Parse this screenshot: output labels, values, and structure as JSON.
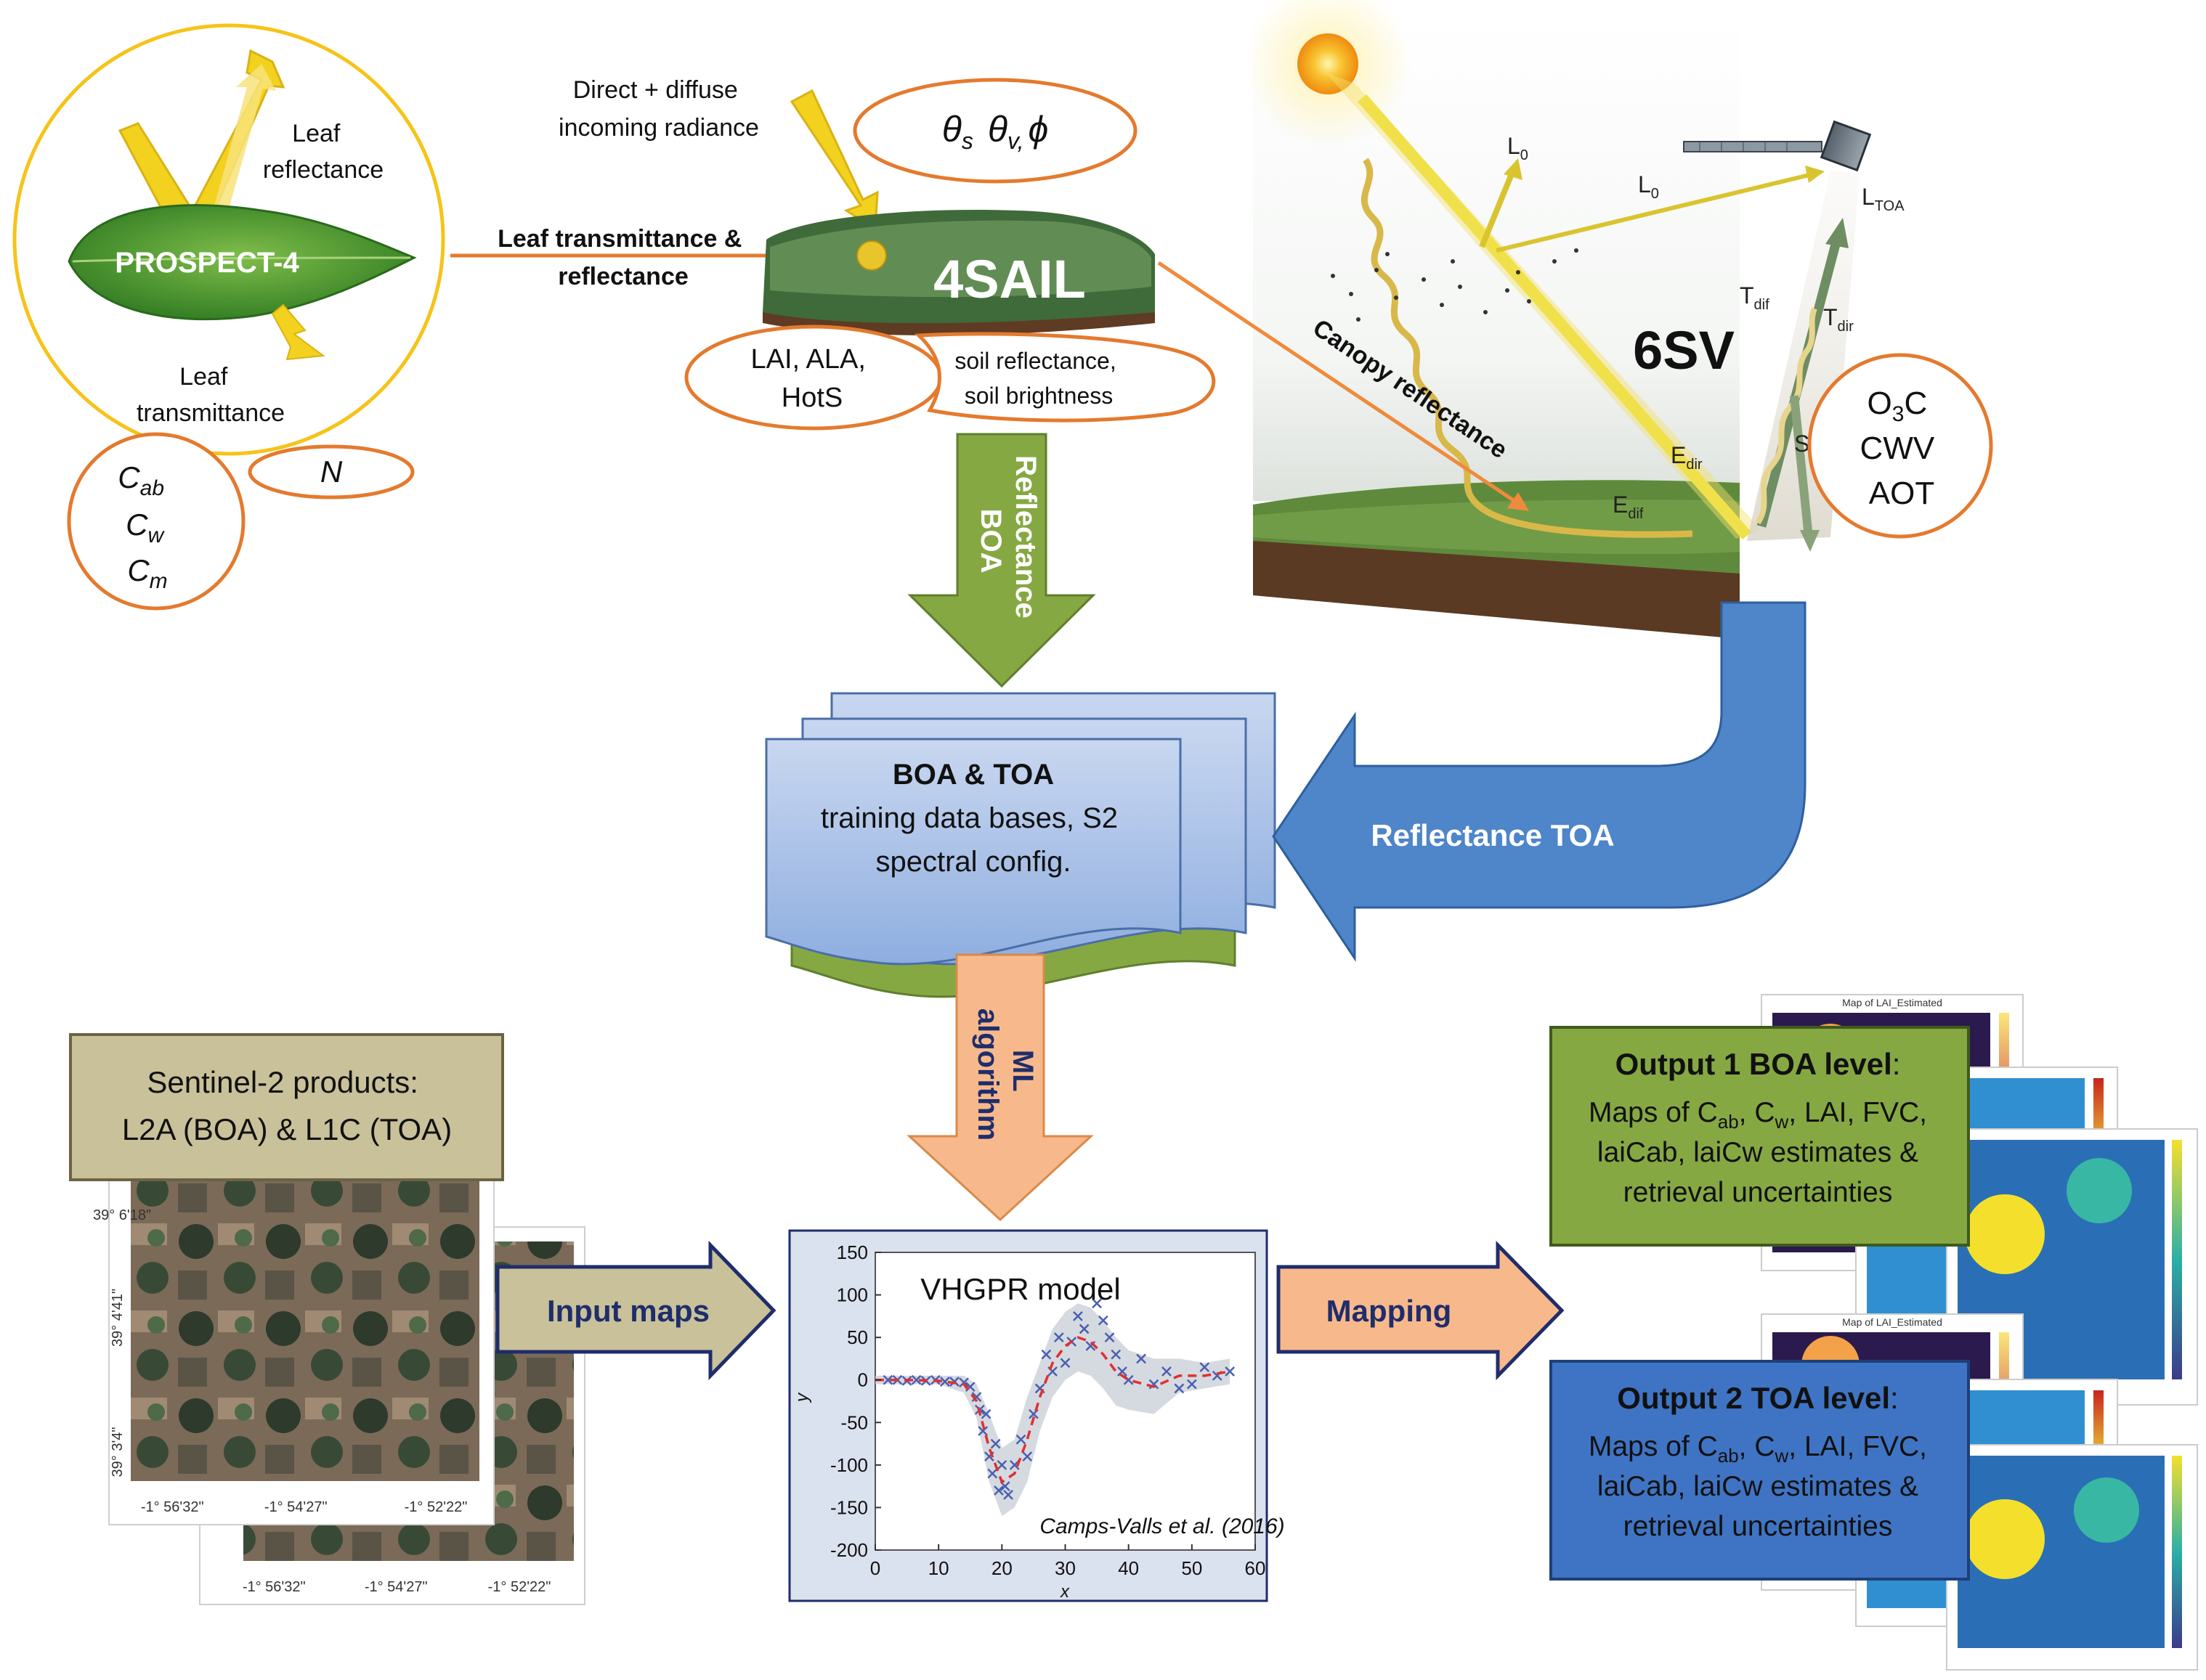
{
  "prospect": {
    "title": "PROSPECT-4",
    "leaf_reflectance": [
      "Leaf",
      "reflectance"
    ],
    "leaf_transmittance": [
      "Leaf",
      "transmittance"
    ],
    "params_c": [
      "C",
      "ab",
      "C",
      "w",
      "C",
      "m"
    ],
    "param_n": "N"
  },
  "link_leaf": [
    "Leaf transmittance &",
    "reflectance"
  ],
  "incoming": [
    "Direct + diffuse",
    "incoming radiance"
  ],
  "angles": [
    "θ",
    "s",
    "θ",
    "v,",
    "ϕ"
  ],
  "sail": {
    "title": "4SAIL",
    "lai": [
      "LAI, ALA,",
      "HotS"
    ],
    "soil": [
      "soil reflectance,",
      "soil brightness"
    ]
  },
  "canopy_reflectance": "Canopy  reflectance",
  "sixsv": {
    "title": "6SV",
    "labels": {
      "l0a": "L",
      "l0b": "L",
      "ltoa": "L",
      "toa_sub": "TOA",
      "zero": "0",
      "tdif": "T",
      "dif_sub": "dif",
      "tdir": "T",
      "dir_sub": "dir",
      "edir": "E",
      "edif": "E",
      "s": "S"
    },
    "atmo": [
      "O",
      "3",
      "C",
      "CWV",
      "AOT"
    ]
  },
  "reflectance_boa": [
    "Reflectance",
    "BOA"
  ],
  "training": {
    "title": "BOA & TOA",
    "lines": [
      "training data bases, S2",
      "spectral config."
    ]
  },
  "reflectance_toa": "Reflectance TOA",
  "ml_algorithm": [
    "ML",
    "algorithm"
  ],
  "sentinel": {
    "lines": [
      "Sentinel-2 products:",
      "L2A (BOA) & L1C (TOA)"
    ],
    "lat_ticks": [
      "39° 6'18\"",
      "39° 4'41\"",
      "39° 3'4\""
    ],
    "lon_ticks": [
      "-1° 56'32\"",
      "-1° 54'27\"",
      "-1° 52'22\""
    ]
  },
  "input_maps": "Input maps",
  "mapping": "Mapping",
  "vhgpr": {
    "title": "VHGPR model",
    "citation": "Camps-Valls et al. (2016)"
  },
  "chart_data": {
    "type": "scatter",
    "title": "VHGPR model",
    "xlabel": "x",
    "ylabel": "y",
    "xlim": [
      0,
      60
    ],
    "ylim": [
      -200,
      150
    ],
    "xticks": [
      0,
      10,
      20,
      30,
      40,
      50,
      60
    ],
    "yticks": [
      150,
      100,
      50,
      0,
      -50,
      -100,
      -150,
      -200
    ],
    "grid": false,
    "series": [
      {
        "mark": "x",
        "color": "#4a5fb0",
        "x": [
          2,
          3.5,
          5,
          6.5,
          8,
          9.5,
          11,
          12.5,
          14,
          15,
          16,
          16.5,
          17,
          17.5,
          18,
          18.5,
          19,
          19.5,
          20,
          20.5,
          21,
          22,
          23,
          24,
          25,
          26,
          27,
          28,
          29,
          30,
          31,
          32,
          33,
          34,
          35,
          36,
          37,
          38,
          39,
          40,
          42,
          44,
          46,
          48,
          50,
          52,
          54,
          56
        ],
        "y": [
          0,
          0,
          -1,
          0,
          -1,
          0,
          -2,
          -2,
          -3,
          -8,
          -20,
          -35,
          -60,
          -40,
          -90,
          -110,
          -75,
          -130,
          -100,
          -125,
          -135,
          -100,
          -70,
          -90,
          -40,
          -10,
          30,
          10,
          50,
          20,
          45,
          75,
          60,
          40,
          90,
          70,
          50,
          30,
          10,
          0,
          25,
          -5,
          10,
          -10,
          -5,
          15,
          5,
          10
        ]
      },
      {
        "mark": "line",
        "style": "dashed",
        "color": "#e03030",
        "x": [
          0,
          5,
          10,
          14,
          16,
          18,
          20,
          22,
          24,
          26,
          28,
          30,
          32,
          34,
          36,
          38,
          40,
          44,
          48,
          52,
          56
        ],
        "y": [
          0,
          0,
          -1,
          -5,
          -25,
          -80,
          -120,
          -110,
          -70,
          -20,
          20,
          40,
          50,
          45,
          30,
          10,
          0,
          -8,
          5,
          5,
          10
        ]
      }
    ],
    "band": {
      "color": "#c7cdd6",
      "x": [
        0,
        5,
        10,
        14,
        16,
        18,
        20,
        22,
        24,
        26,
        28,
        30,
        32,
        34,
        36,
        38,
        40,
        44,
        48,
        52,
        56
      ],
      "upper": [
        5,
        5,
        5,
        5,
        -5,
        -40,
        -80,
        -70,
        -20,
        20,
        60,
        80,
        90,
        85,
        70,
        50,
        35,
        25,
        25,
        20,
        25
      ],
      "lower": [
        -5,
        -5,
        -5,
        -15,
        -45,
        -120,
        -160,
        -150,
        -120,
        -60,
        -20,
        0,
        10,
        5,
        -10,
        -30,
        -35,
        -40,
        -15,
        -10,
        -5
      ]
    }
  },
  "map_titles": [
    "Map of LAI_Estimated",
    "Map of LAI_Estimated"
  ],
  "output1": {
    "title": "Output 1 BOA level",
    "colon": ":",
    "l1a": "Maps of C",
    "l1b": "ab",
    "l1c": ", C",
    "l1d": "w",
    "l1e": ", LAI, FVC,",
    "l2": "laiCab, laiCw estimates &",
    "l3": "retrieval uncertainties"
  },
  "output2": {
    "title": "Output 2 TOA level",
    "colon": ":",
    "l1a": "Maps of C",
    "l1b": "ab",
    "l1c": ", C",
    "l1d": "w",
    "l1e": ", LAI, FVC,",
    "l2": "laiCab, laiCw estimates &",
    "l3": "retrieval uncertainties"
  },
  "colors": {
    "orange": "#e47a2e",
    "yellow": "#f6c318",
    "green_arrow": "#86a843",
    "blue_arrow": "#4f85c9",
    "peach": "#f7b98b",
    "khaki": "#c9c19a",
    "output1": "#86a843",
    "output2": "#3f74c4"
  }
}
